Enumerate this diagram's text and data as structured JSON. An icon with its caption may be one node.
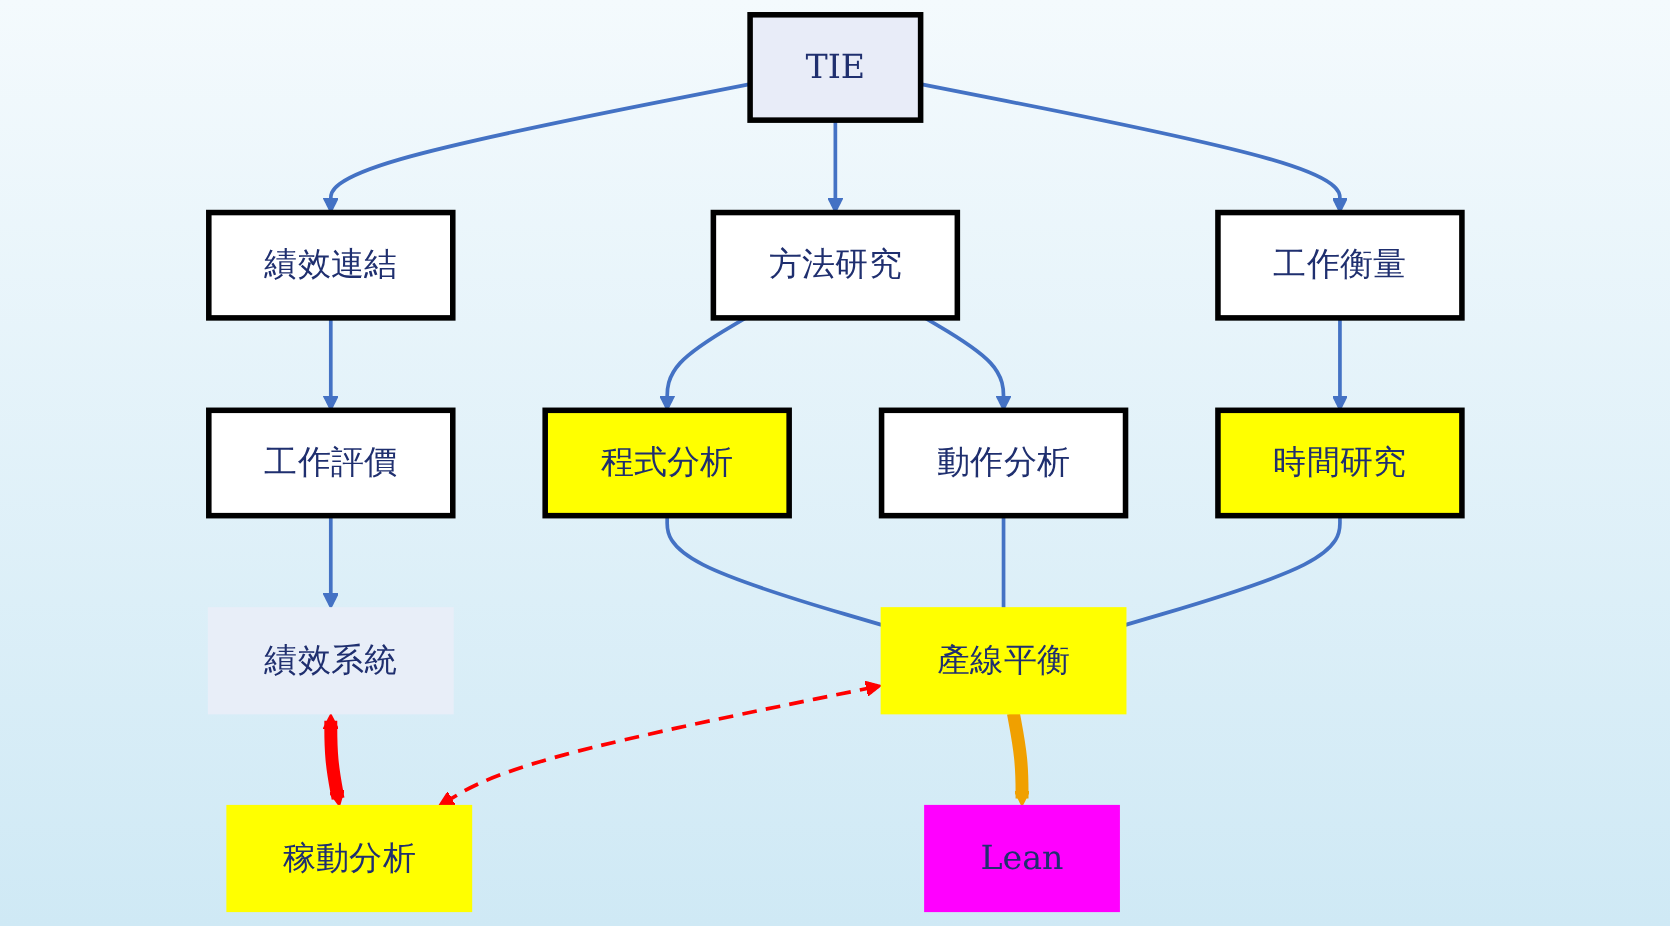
{
  "diagram": {
    "nodes": [
      {
        "text": [
          "TIE"
        ]
      },
      {
        "text": [
          "方法研究"
        ]
      },
      {
        "text": [
          "工作衡量"
        ]
      },
      {
        "text": [
          "績效連結"
        ]
      },
      {
        "text": [
          "程式分析"
        ]
      },
      {
        "text": [
          "動作分析"
        ]
      },
      {
        "text": [
          "時間研究"
        ]
      },
      {
        "text": [
          "工作評價"
        ]
      },
      {
        "text": [
          "績效系統"
        ]
      },
      {
        "text": [
          "產線平衡"
        ]
      },
      {
        "text": [
          "稼動分析"
        ]
      },
      {
        "text": [
          "Lean"
        ]
      }
    ],
    "edges": [
      {
        "from": 0,
        "to": 1,
        "arrow": "to"
      },
      {
        "from": 0,
        "to": 2,
        "arrow": "to"
      },
      {
        "from": 0,
        "to": 3,
        "arrow": "to"
      },
      {
        "from": 1,
        "to": 4,
        "arrow": "to"
      },
      {
        "from": 1,
        "to": 5,
        "arrow": "to"
      },
      {
        "from": 2,
        "to": 6,
        "arrow": "to"
      },
      {
        "from": 3,
        "to": 7,
        "arrow": "to"
      },
      {
        "from": 7,
        "to": 8,
        "arrow": "to"
      },
      {
        "from": 4,
        "to": 9,
        "arrow": "none"
      },
      {
        "from": 5,
        "to": 9,
        "arrow": "none"
      },
      {
        "from": 6,
        "to": 9,
        "arrow": "none"
      },
      {
        "from": 8,
        "to": 10,
        "arrow": "both",
        "style": "thick",
        "color": "#ff0000"
      },
      {
        "from": 9,
        "to": 10,
        "arrow": "both",
        "style": "dashed",
        "color": "#ff0000"
      },
      {
        "from": 9,
        "to": 11,
        "arrow": "to",
        "style": "thick",
        "color": "#f0a000"
      }
    ]
  }
}
